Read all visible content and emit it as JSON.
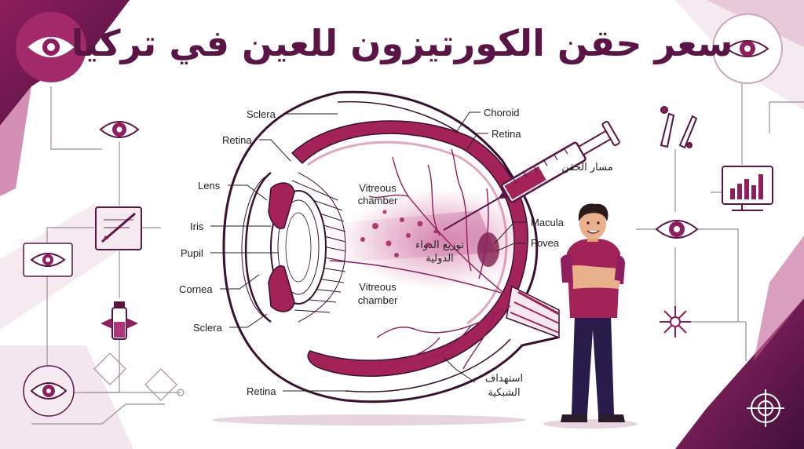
{
  "title": "سعر حقن الكورتيزون للعين في تركيا",
  "labels": {
    "sclera_top": "Sclera",
    "retina_top_left": "Retina",
    "lens": "Lens",
    "iris": "Iris",
    "pupil": "Pupil",
    "cornea": "Cornea",
    "sclera_bottom": "Sclera",
    "retina_bottom": "Retina",
    "choroid": "Choroid",
    "retina_top_right": "Retina",
    "macula": "Macula",
    "fovea": "Fovea",
    "vitreous_top_1": "Vitreous",
    "vitreous_top_2": "chamber",
    "vitreous_bottom_1": "Vitreous",
    "vitreous_bottom_2": "chamber"
  },
  "arabic": {
    "injection_path": "مسار الحقن",
    "drug_distribution_1": "توزيع الدواء",
    "drug_distribution_2": "الدولية",
    "retina_targeting_1": "استهداف",
    "retina_targeting_2": "الشبكية"
  },
  "colors": {
    "brand": "#8e1e5d",
    "dark": "#5a1546",
    "accent": "#b0337c",
    "light": "#f3e6ef"
  },
  "icons": [
    "eye-icon",
    "syringe-icon",
    "scalpel-icon",
    "bar-chart-icon",
    "burst-icon",
    "medicine-vial-icon",
    "target-icon"
  ]
}
